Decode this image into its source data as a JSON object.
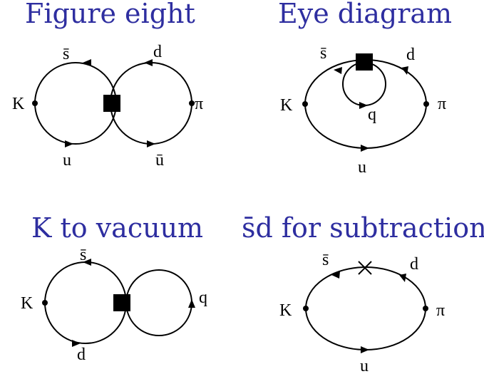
{
  "diagrams": {
    "figure_eight": {
      "title": "Figure eight",
      "labels": {
        "K": "K",
        "pi": "π",
        "sbar": "s̄",
        "d": "d",
        "u": "u",
        "ubar": "ū"
      }
    },
    "eye": {
      "title": "Eye diagram",
      "labels": {
        "K": "K",
        "pi": "π",
        "sbar": "s̄",
        "d": "d",
        "q": "q",
        "u": "u"
      }
    },
    "k_vacuum": {
      "title": "K to vacuum",
      "labels": {
        "K": "K",
        "sbar": "s̄",
        "d": "d",
        "q": "q"
      }
    },
    "subtraction": {
      "title": "s̄d for subtraction",
      "labels": {
        "K": "K",
        "pi": "π",
        "sbar": "s̄",
        "d": "d",
        "u": "u"
      }
    }
  }
}
